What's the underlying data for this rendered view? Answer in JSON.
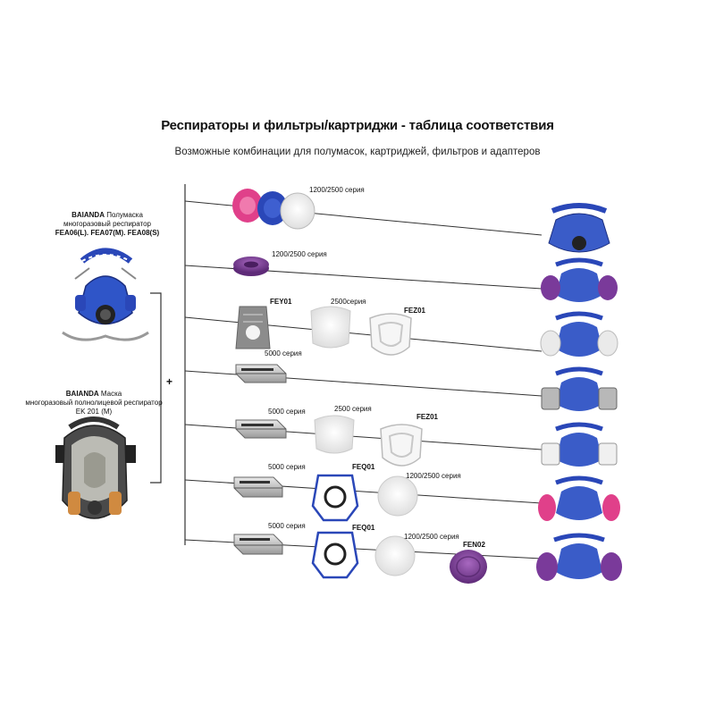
{
  "header": {
    "title": "Респираторы и фильтры/картриджи - таблица соответствия",
    "subtitle": "Возможные комбинации для полумасок, картриджей, фильтров и адаптеров"
  },
  "left": {
    "half_mask": {
      "brand": "BAIANDA",
      "name": "Полумаска",
      "type": "многоразовый респиратор",
      "models": "FEA06(L).  FEA07(M).  FEA08(S)"
    },
    "full_mask": {
      "brand": "BAIANDA",
      "name": "Маска",
      "type": "многоразовый полнолицевой респиратор",
      "model": "EK 201 (M)"
    },
    "plus": "+"
  },
  "rows": [
    {
      "labels": [
        "1200/2500 серия"
      ]
    },
    {
      "labels": [
        "1200/2500 серия"
      ]
    },
    {
      "labels": [
        "FEY01",
        "2500серия",
        "FEZ01",
        "5000 серия"
      ]
    },
    {
      "labels": []
    },
    {
      "labels": [
        "5000 серия",
        "2500 серия",
        "FEZ01"
      ]
    },
    {
      "labels": [
        "5000 серия",
        "FEQ01",
        "1200/2500 серия"
      ]
    },
    {
      "labels": [
        "5000 серия",
        "FEQ01",
        "1200/2500 серия",
        "FEN02"
      ]
    }
  ],
  "colors": {
    "blue": "#2a47b8",
    "pink": "#e0408a",
    "purple": "#7a3a9a",
    "grey": "#8c8c8c",
    "line": "#333333"
  }
}
